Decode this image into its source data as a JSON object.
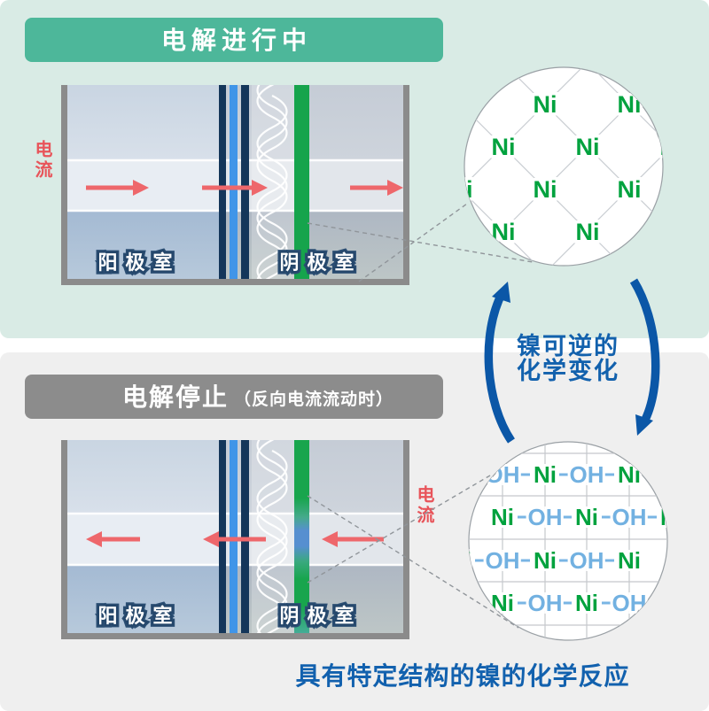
{
  "top_section": {
    "banner": "电解进行中",
    "current_label": "电流",
    "anode_chamber": "阳极室",
    "cathode_chamber": "阴极室",
    "circle_atoms": [
      "Ni",
      "Ni",
      "Ni",
      "Ni",
      "Ni",
      "Ni",
      "Ni",
      "Ni",
      "Ni",
      "Ni"
    ]
  },
  "cycle_annotation": {
    "line1": "镍可逆的",
    "line2": "化学变化"
  },
  "bottom_section": {
    "banner_main": "电解停止",
    "banner_sub": "（反向电流流动时）",
    "current_label": "电流",
    "anode_chamber": "阳极室",
    "cathode_chamber": "阴极室",
    "circle_cells": [
      "OH",
      "Ni",
      "OH",
      "Ni",
      "Ni",
      "OH",
      "Ni",
      "OH",
      "Ni",
      "Ni",
      "OH",
      "Ni",
      "OH",
      "Ni",
      "Ni",
      "OH",
      "Ni",
      "OH"
    ],
    "caption": "具有特定结构的镍的化学反应"
  },
  "colors": {
    "mint_background": "#d9ebe5",
    "gray_background": "#efefef",
    "teal_banner": "#4db79a",
    "gray_banner": "#8c8c8c",
    "ni_green": "#00a23e",
    "oh_blue": "#72b1e1",
    "arrow_red": "#ee676b",
    "cycle_blue": "#0b57a7",
    "membrane_navy": "#14365a",
    "membrane_blue": "#4095e8",
    "membrane_green": "#16a44c"
  }
}
